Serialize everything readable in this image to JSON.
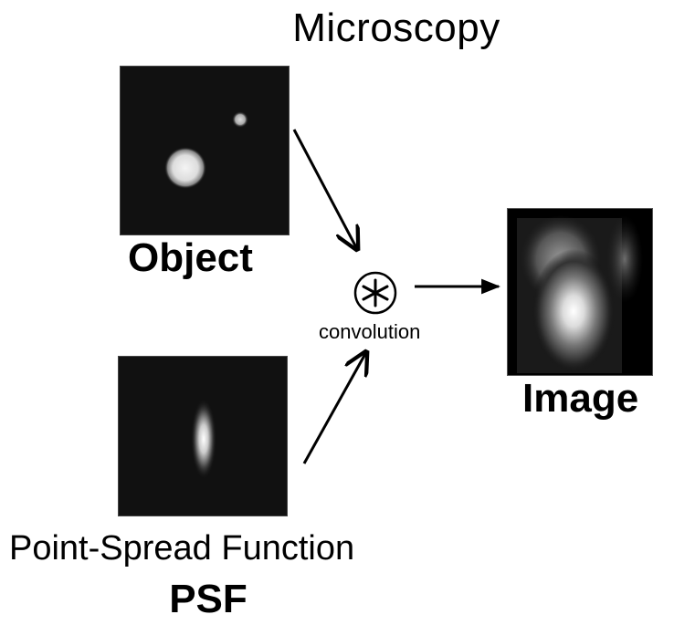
{
  "title": "Microscopy",
  "object": {
    "label": "Object"
  },
  "psf": {
    "full_label": "Point-Spread Function",
    "abbr_label": "PSF"
  },
  "image": {
    "label": "Image"
  },
  "operator": {
    "label": "convolution",
    "symbol": "*"
  },
  "colors": {
    "panel_bg": "#111111",
    "arrow": "#000000",
    "blob": "#ffffff"
  }
}
